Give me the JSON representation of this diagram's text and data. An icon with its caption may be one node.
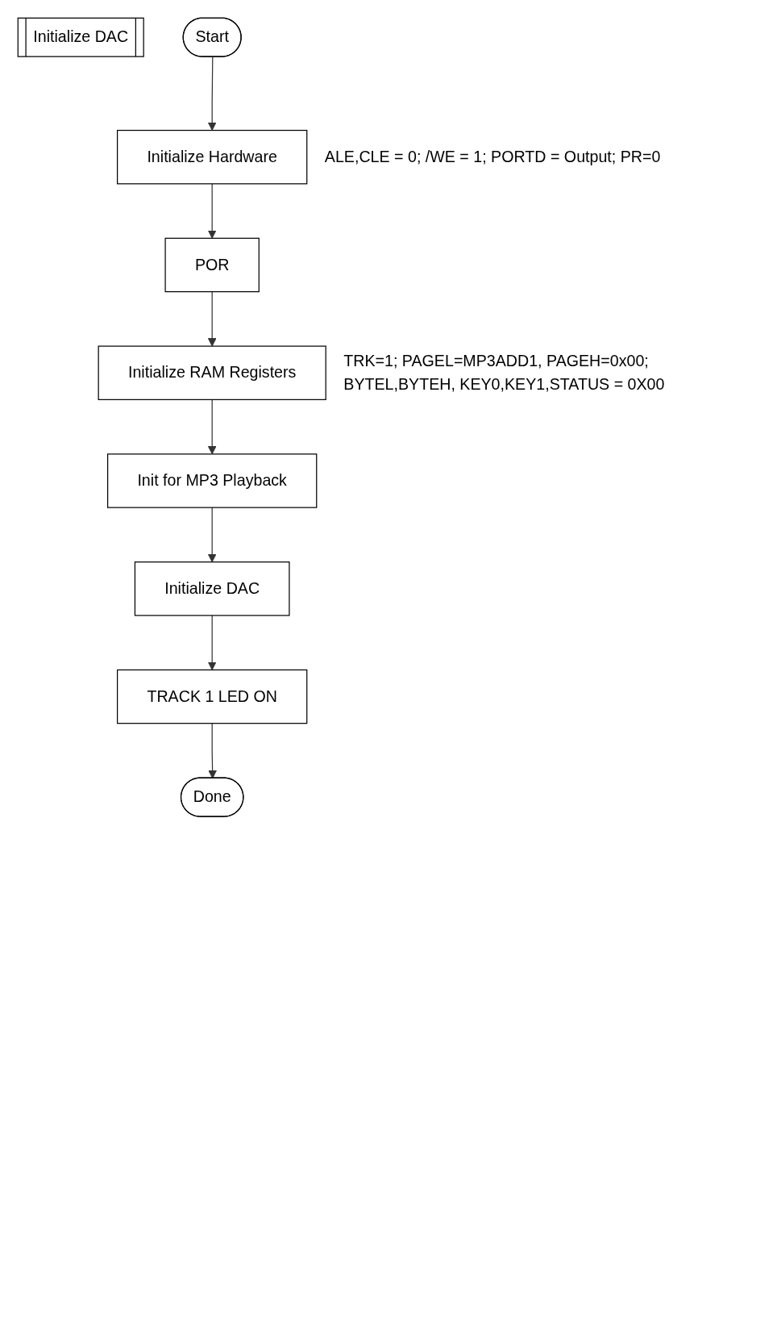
{
  "diagram": {
    "nodes": [
      {
        "text": [
          "Initialize DAC"
        ]
      },
      {
        "text": [
          "Start"
        ]
      },
      {
        "text": [
          "Initialize Hardware"
        ],
        "beside": [
          "ALE,CLE = 0; /WE = 1; PORTD = Output; PR=0"
        ]
      },
      {
        "text": [
          "POR"
        ]
      },
      {
        "text": [
          "Initialize RAM Registers"
        ],
        "beside": [
          "TRK=1; PAGEL=MP3ADD1, PAGEH=0x00; BYTEL,BYTEH, KEY0,KEY1,STATUS = 0X00"
        ]
      },
      {
        "text": [
          "Init for MP3 Playback"
        ]
      },
      {
        "text": [
          "Initialize DAC"
        ]
      },
      {
        "text": [
          "TRACK 1 LED ON"
        ]
      },
      {
        "text": [
          "Done"
        ]
      }
    ],
    "edges": [
      {
        "from": 1,
        "to": 2,
        "arrow": "to"
      },
      {
        "from": 2,
        "to": 3,
        "arrow": "to"
      },
      {
        "from": 3,
        "to": 4,
        "arrow": "to"
      },
      {
        "from": 4,
        "to": 5,
        "arrow": "to"
      },
      {
        "from": 5,
        "to": 6,
        "arrow": "to"
      },
      {
        "from": 6,
        "to": 7,
        "arrow": "to"
      },
      {
        "from": 7,
        "to": 8,
        "arrow": "to"
      }
    ]
  }
}
